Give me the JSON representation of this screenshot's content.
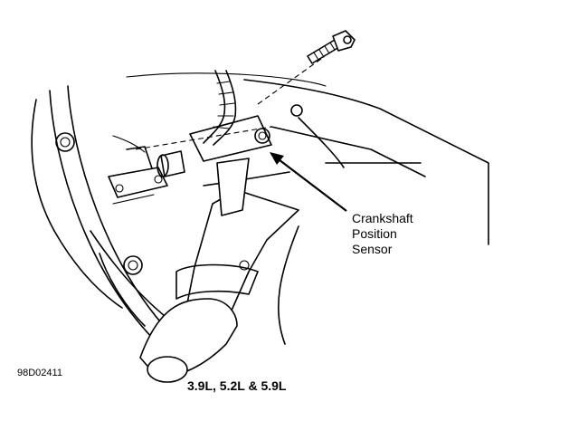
{
  "diagram": {
    "callout_label": "Crankshaft\nPosition\nSensor",
    "figure_id": "98D02411",
    "engine_caption": "3.9L, 5.2L & 5.9L"
  },
  "colors": {
    "ink": "#000000",
    "paper": "#ffffff"
  }
}
